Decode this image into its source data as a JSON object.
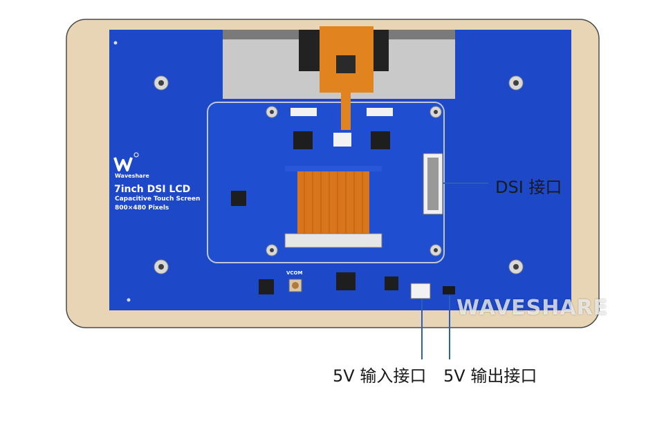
{
  "colors": {
    "frame": "#e8d5b5",
    "pcb_blue": "#1d49c9",
    "pcb_blue_dark": "#173aa6",
    "fpc_orange": "#e1831f",
    "lcd_silver": "#c6c6c6",
    "callout_line": "#2b5fb5"
  },
  "board": {
    "brand": "Waveshare",
    "title": "7inch DSI LCD",
    "subtitle": "Capacitive Touch Screen",
    "resolution": "800×480 Pixels",
    "vcom_label": "VCOM",
    "watermark": "WAVESHARE"
  },
  "callouts": {
    "dsi": "DSI 接口",
    "power_in": "5V 输入接口",
    "power_out": "5V 输出接口"
  },
  "icons": {
    "logo": "waveshare-logo-icon"
  }
}
